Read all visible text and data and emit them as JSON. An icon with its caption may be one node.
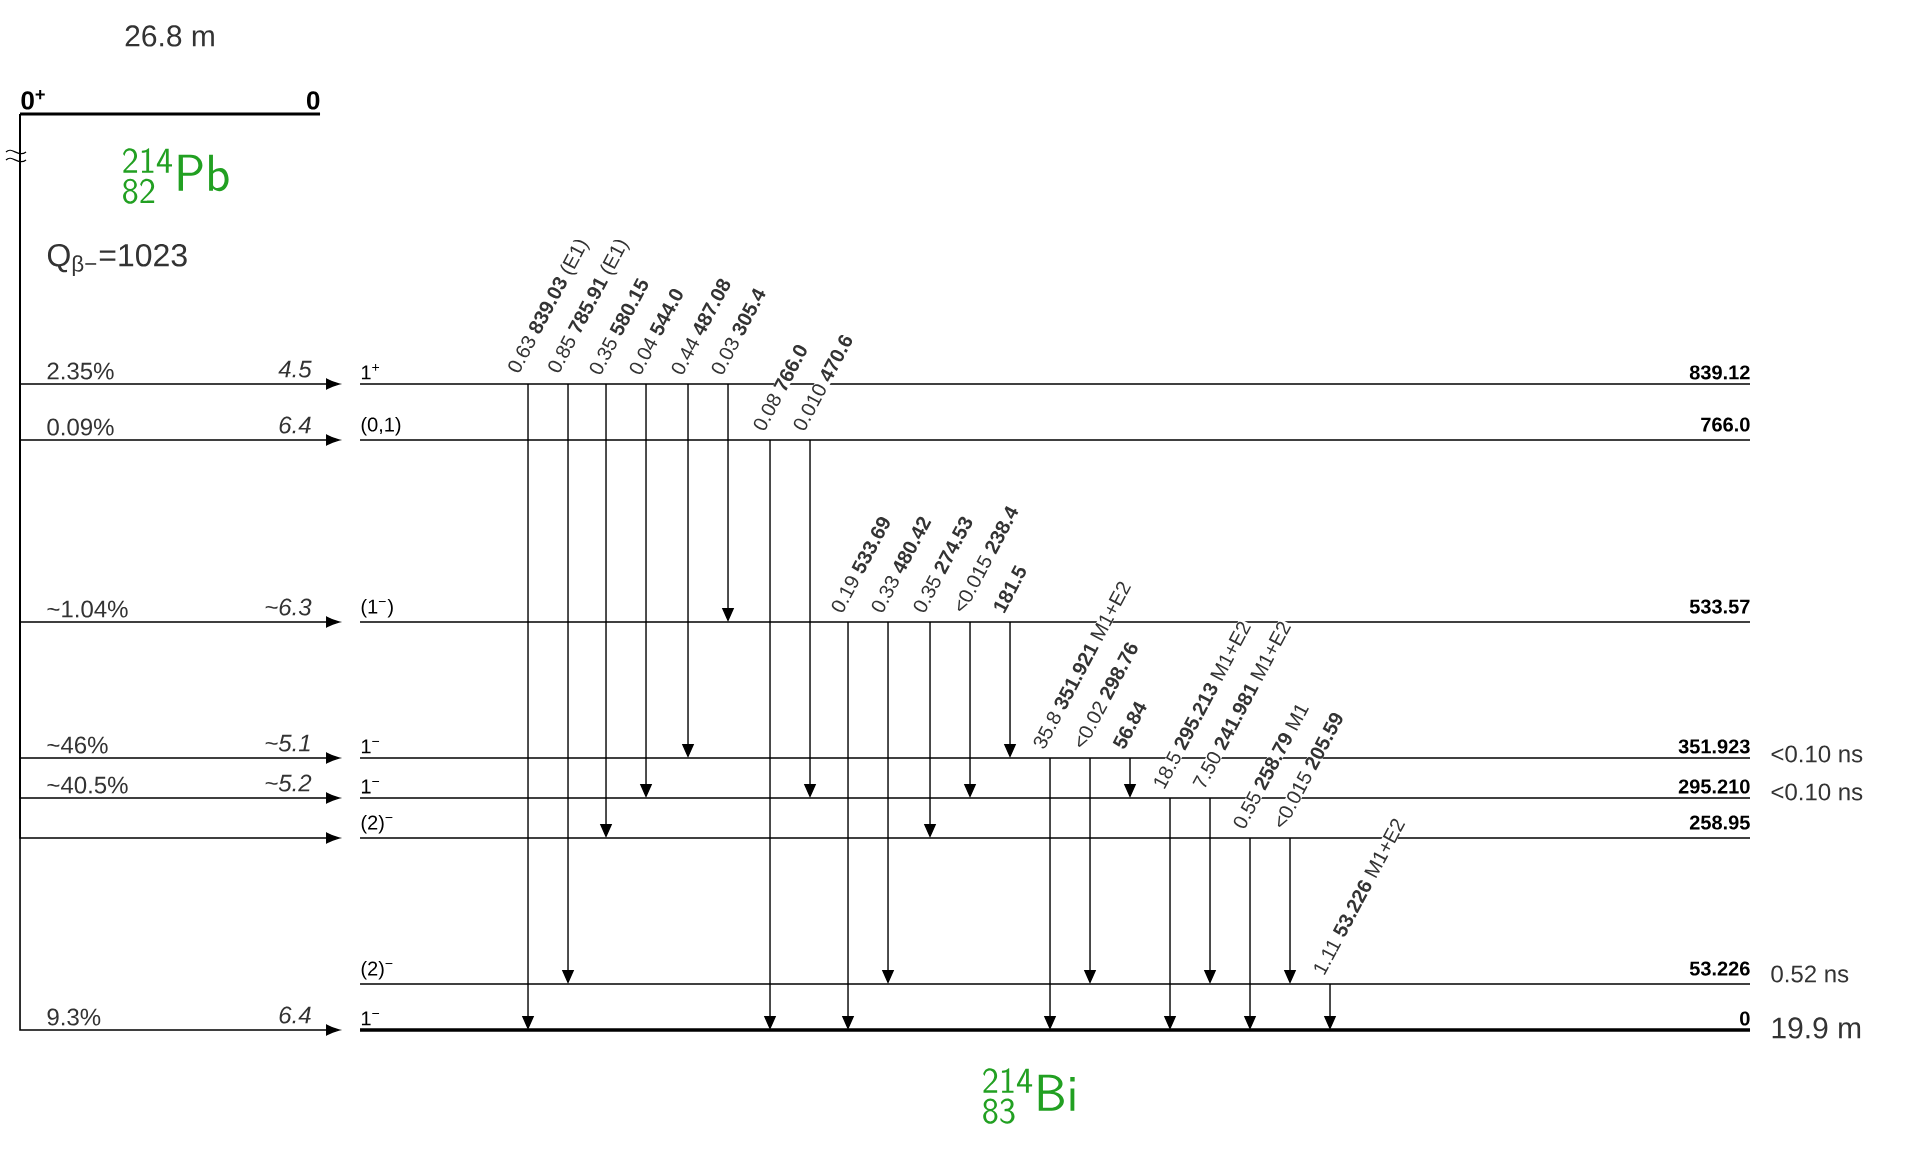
{
  "diagram": {
    "nodes": [
      {
        "text": [
          "0$^{+}$",
          "0"
        ],
        "beside": [
          "26.8 m"
        ]
      },
      {
        "text": [
          "1$^{+}$",
          "839.12"
        ]
      },
      {
        "text": [
          "(0,1)",
          "766.0"
        ]
      },
      {
        "text": [
          "(1$^{−}$)",
          "533.57"
        ]
      },
      {
        "text": [
          "1$^{−}$",
          "351.923"
        ],
        "beside": [
          "<0.10 ns"
        ]
      },
      {
        "text": [
          "1$^{−}$",
          "295.210"
        ],
        "beside": [
          "<0.10 ns"
        ]
      },
      {
        "text": [
          "(2)$^{−}$",
          "258.95"
        ]
      },
      {
        "text": [
          "(2)$^{−}$",
          "53.226"
        ],
        "beside": [
          "0.52 ns"
        ]
      },
      {
        "text": [
          "1$^{−}$",
          "0"
        ],
        "beside": [
          "19.9 m"
        ]
      }
    ],
    "edges": [
      {
        "from": 0,
        "to": 1,
        "arrow": "to",
        "label": "2.35%"
      },
      {
        "from": 0,
        "to": 2,
        "arrow": "to",
        "label": "0.09%"
      },
      {
        "from": 0,
        "to": 3,
        "arrow": "to",
        "label": "~1.04%"
      },
      {
        "from": 0,
        "to": 4,
        "arrow": "to",
        "label": "~46%"
      },
      {
        "from": 0,
        "to": 5,
        "arrow": "to",
        "label": "~40.5%"
      },
      {
        "from": 0,
        "to": 6,
        "arrow": "to"
      },
      {
        "from": 0,
        "to": 8,
        "arrow": "to",
        "label": "9.3%"
      },
      {
        "from": 1,
        "to": 8,
        "arrow": "to",
        "label": "0.63 **839.03** (E1)"
      },
      {
        "from": 1,
        "to": 7,
        "arrow": "to",
        "label": "0.85 **785.91** (E1)"
      },
      {
        "from": 1,
        "to": 6,
        "arrow": "to",
        "label": "0.35 **580.15**"
      },
      {
        "from": 1,
        "to": 5,
        "arrow": "to",
        "label": "0.04 **544.0**"
      },
      {
        "from": 1,
        "to": 4,
        "arrow": "to",
        "label": "0.44 **487.08**"
      },
      {
        "from": 1,
        "to": 3,
        "arrow": "to",
        "label": "0.03 **305.4**"
      },
      {
        "from": 2,
        "to": 8,
        "arrow": "to",
        "label": "0.08 **766.0**"
      },
      {
        "from": 2,
        "to": 5,
        "arrow": "to",
        "label": "0.010 **470.6**"
      },
      {
        "from": 3,
        "to": 8,
        "arrow": "to",
        "label": "0.19 **533.69**"
      },
      {
        "from": 3,
        "to": 7,
        "arrow": "to",
        "label": "0.33 **480.42**"
      },
      {
        "from": 3,
        "to": 6,
        "arrow": "to",
        "label": "0.35 **274.53**"
      },
      {
        "from": 3,
        "to": 5,
        "arrow": "to",
        "label": "<0.015 **238.4**"
      },
      {
        "from": 3,
        "to": 4,
        "arrow": "to",
        "label": "**181.5**"
      },
      {
        "from": 4,
        "to": 8,
        "arrow": "to",
        "label": "35.8 **351.921** M1+E2"
      },
      {
        "from": 4,
        "to": 7,
        "arrow": "to",
        "label": "<0.02 **298.76**"
      },
      {
        "from": 4,
        "to": 5,
        "arrow": "to",
        "label": "**56.84**"
      },
      {
        "from": 5,
        "to": 8,
        "arrow": "to",
        "label": "18.5 **295.213** M1+E2"
      },
      {
        "from": 5,
        "to": 7,
        "arrow": "to",
        "label": "7.50 **241.981** M1+E2"
      },
      {
        "from": 6,
        "to": 8,
        "arrow": "to",
        "label": "0.55 **258.79** M1"
      },
      {
        "from": 6,
        "to": 7,
        "arrow": "to",
        "label": "<0.015 **205.59**"
      },
      {
        "from": 7,
        "to": 8,
        "arrow": "to",
        "label": "1.11 **53.226** M1+E2"
      }
    ],
    "labels": [
      "{}^{\\mathsf{214}}_{\\mathsf{82}}\\mathsf{Pb}",
      "Q$_{β−}$=1023",
      "4.5",
      "6.4",
      "~6.3",
      "~5.1",
      "~5.2",
      "6.4",
      "{}^{\\mathsf{214}}_{\\mathsf{83}}\\mathsf{Bi}"
    ]
  }
}
